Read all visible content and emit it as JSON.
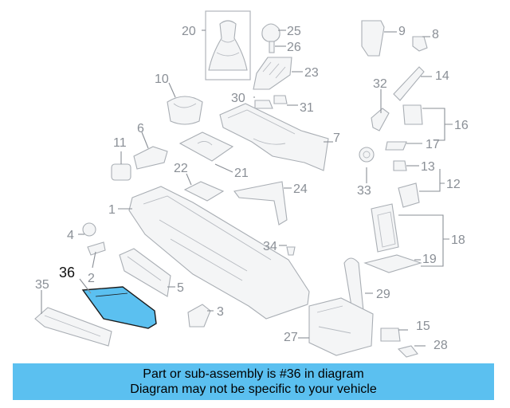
{
  "highlight": {
    "part_number": "36",
    "color": "#5bc0f0"
  },
  "callouts": [
    "20",
    "25",
    "26",
    "23",
    "9",
    "8",
    "10",
    "30",
    "31",
    "32",
    "14",
    "6",
    "7",
    "16",
    "11",
    "17",
    "22",
    "21",
    "13",
    "24",
    "33",
    "12",
    "1",
    "4",
    "34",
    "18",
    "36",
    "2",
    "5",
    "19",
    "35",
    "29",
    "3",
    "15",
    "27",
    "28"
  ],
  "banner": {
    "line1": "Part or sub-assembly is #36 in diagram",
    "line2": "Diagram may not be specific to your vehicle",
    "color": "#5bc0f0"
  }
}
